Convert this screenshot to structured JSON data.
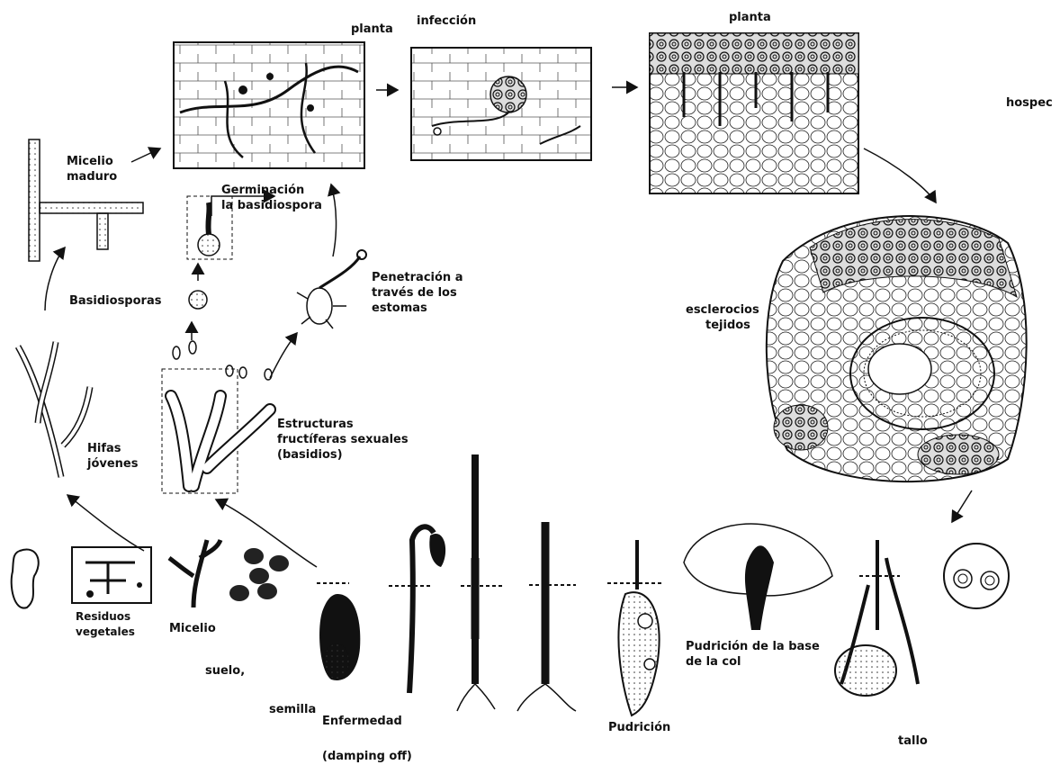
{
  "title": "",
  "labels": {
    "planta_top_left": "planta",
    "infeccion": "infección",
    "planta_top_right": "planta",
    "hospedante": "hospec",
    "micelio_maduro": [
      "Micelio",
      "maduro"
    ],
    "germinacion": [
      "Germinación",
      "la basidiospora"
    ],
    "basidiosporas": "Basidiosporas",
    "penetracion": [
      "Penetración a",
      "través de los",
      "estomas"
    ],
    "esclerocios": [
      "esclerocios",
      "tejidos"
    ],
    "hifas_jovenes": [
      "Hifas",
      "jóvenes"
    ],
    "estructuras": [
      "Estructuras",
      "fructíferas sexuales",
      "(basidios)"
    ],
    "residuos": [
      "Residuos",
      "vegetales"
    ],
    "micelio": "Micelio",
    "suelo": "suelo,",
    "semilla": "semilla",
    "enfermedad": "Enfermedad",
    "damping_off": "(damping off)",
    "pudricion": "Pudrición",
    "pudricion_base": [
      "Pudrición de la base",
      "de la col"
    ],
    "tallo": "tallo"
  }
}
